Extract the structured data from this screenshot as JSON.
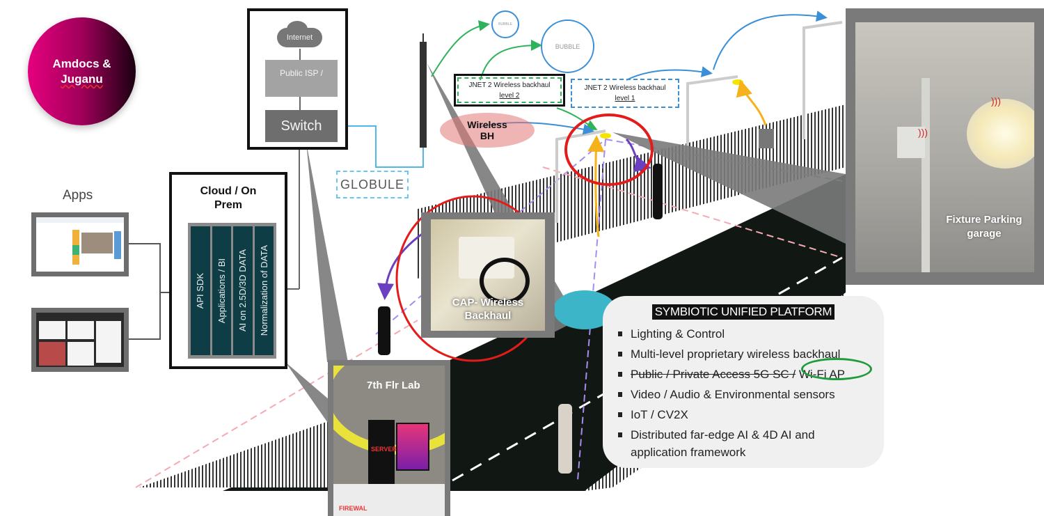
{
  "logo": {
    "line1": "Amdocs &",
    "line2": "Juganu",
    "gradient_start": "#e6007e",
    "gradient_end": "#1a0010"
  },
  "network": {
    "internet_label": "Internet",
    "isp_label": "Public ISP /",
    "switch_label": "Switch",
    "globule_label": "GLOBULE"
  },
  "apps": {
    "label": "Apps",
    "screens": [
      {
        "name": "app-dashboard-1",
        "icon": "dashboard-screenshot"
      },
      {
        "name": "app-dashboard-2",
        "icon": "dashboard-screenshot"
      }
    ]
  },
  "cloud": {
    "title_line1": "Cloud / On",
    "title_line2": "Prem",
    "layers": [
      "API SDK",
      "Applications / BI",
      "AI on 2.5D/3D DATA",
      "Normalization of DATA"
    ],
    "layer_color": "#0f3d46"
  },
  "wireless": {
    "bubble_small": "BUBBLE",
    "bubble_large": "BUBBLE",
    "jnet_level2": {
      "title": "JNET 2 Wireless backhaul",
      "level": "level 2"
    },
    "jnet_level1": {
      "title": "JNET 2 Wireless backhaul",
      "level": "level 1"
    },
    "wireless_bh_line1": "Wireless",
    "wireless_bh_line2": "BH"
  },
  "photos": {
    "cap_line1": "CAP- Wireless",
    "cap_line2": "Backhaul",
    "lab_title": "7th Flr Lab",
    "lab_server_label": "SERVER",
    "lab_firewall_label": "FIREWAL",
    "fixture_line1": "Fixture Parking",
    "fixture_line2": "garage"
  },
  "platform": {
    "title": "SYMBIOTIC UNIFIED PLATFORM",
    "items": [
      "Lighting & Control",
      "Multi-level proprietary wireless backhaul",
      "Public / Private Access 5G SC /",
      "Video / Audio & Environmental sensors",
      "IoT / CV2X",
      "Distributed far-edge AI & 4D AI and application framework"
    ],
    "highlight_item": "Wi-Fi AP",
    "highlight_color": "#1f9b3b"
  },
  "colors": {
    "wired_link": "#4cb8e8",
    "wireless_link": "#3a8fd6",
    "level2_link": "#2fb35a",
    "sensor_link": "#f5b21b",
    "person_link": "#6a3fc0",
    "focus_ring": "#e31b1b",
    "road": "#111814"
  }
}
